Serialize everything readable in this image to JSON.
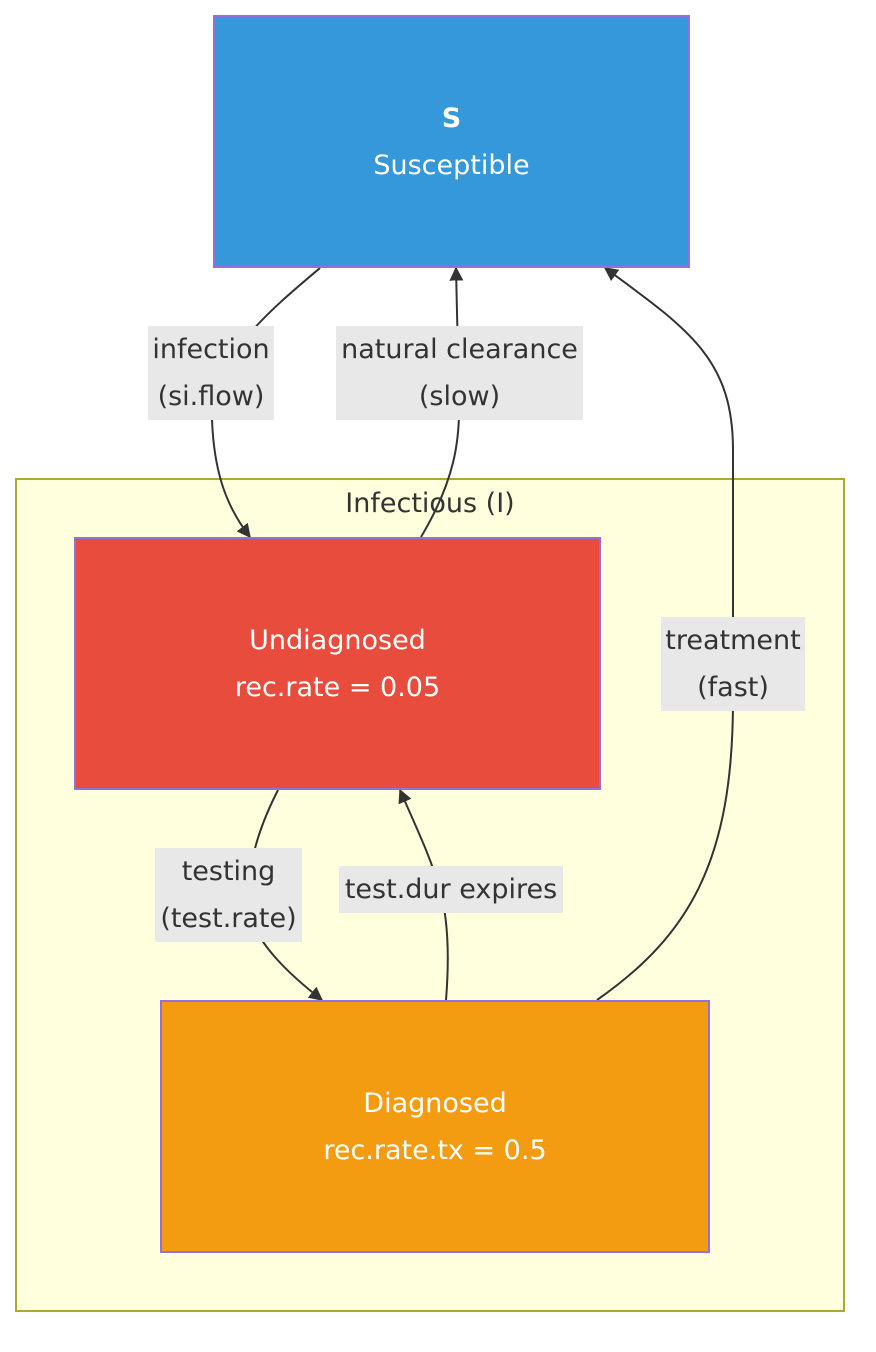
{
  "cluster": {
    "title": "Infectious (I)"
  },
  "nodes": {
    "s": {
      "line1": "S",
      "line2": "Susceptible"
    },
    "undiagnosed": {
      "line1": "Undiagnosed",
      "line2": "rec.rate = 0.05"
    },
    "diagnosed": {
      "line1": "Diagnosed",
      "line2": "rec.rate.tx = 0.5"
    }
  },
  "edges": {
    "infection": {
      "line1": "infection",
      "line2": "(si.flow)"
    },
    "natural_clearance": {
      "line1": "natural clearance",
      "line2": "(slow)"
    },
    "treatment": {
      "line1": "treatment",
      "line2": "(fast)"
    },
    "testing": {
      "line1": "testing",
      "line2": "(test.rate)"
    },
    "test_expires": {
      "line1": "test.dur expires"
    }
  },
  "colors": {
    "susceptible": "#3498DB",
    "undiagnosed": "#E74C3C",
    "diagnosed": "#F39C12",
    "cluster_fill": "#FFFFDE",
    "cluster_border": "#AAAA33",
    "node_border": "#9370DB",
    "edge": "#333333",
    "edge_label_bg": "#E8E8E8"
  }
}
